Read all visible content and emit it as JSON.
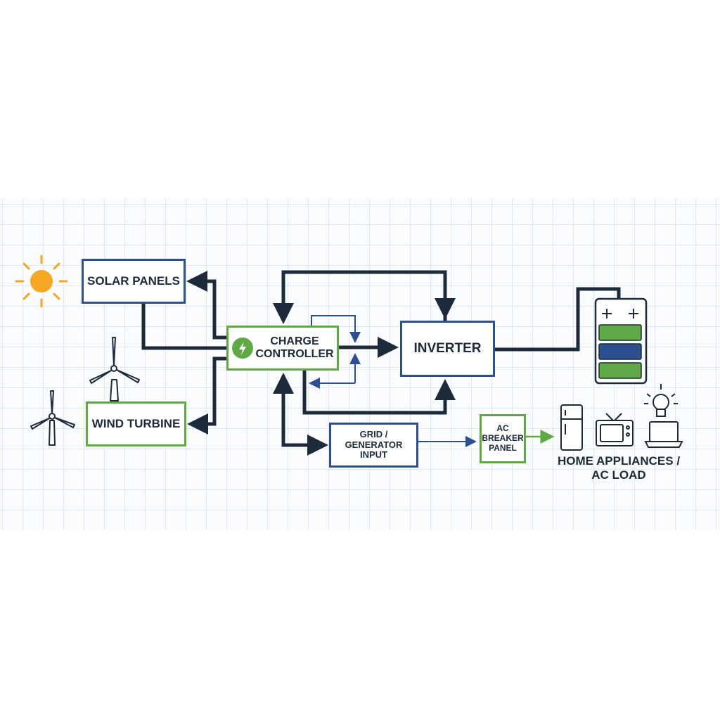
{
  "nodes": {
    "solar_panels": "SOLAR PANELS",
    "wind_turbine": "WIND TURBINE",
    "charge_controller": {
      "line1": "CHARGE",
      "line2": "CONTROLLER"
    },
    "inverter": "INVERTER",
    "grid_input": {
      "line1": "GRID / GENERATOR",
      "line2": "INPUT"
    },
    "ac_breaker": {
      "line1": "AC",
      "line2": "BREAKER",
      "line3": "PANEL"
    },
    "home_appliances": {
      "line1": "HOME APPLIANCES /",
      "line2": "AC LOAD"
    }
  },
  "icons": [
    "sun-icon",
    "wind-turbine-icon",
    "lightning-bolt-icon",
    "battery-icon",
    "lightbulb-icon",
    "refrigerator-icon",
    "television-icon",
    "laptop-icon"
  ],
  "colors": {
    "blue": "#2b4f8f",
    "green": "#5fa845",
    "dark_line": "#1c2a3a",
    "sun": "#f5a623"
  }
}
